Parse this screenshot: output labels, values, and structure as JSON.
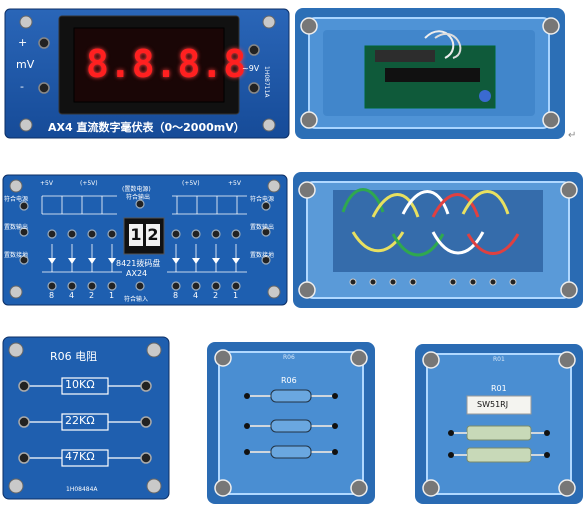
{
  "panels": {
    "voltmeter": {
      "display": "8.8.8.8",
      "plus": "+",
      "minus": "-",
      "unit_left": "mV",
      "supply": "~9V",
      "title": "AX4  直流数字毫伏表（0～2000mV）",
      "code": "1H08711A"
    },
    "bcd": {
      "plus5v_a": "+5V",
      "plus5v_b": "(+5V)",
      "plus5v_c": "(+5V)",
      "plus5v_d": "+5V",
      "center_top1": "(置数电源)",
      "center_top2": "符合输出",
      "left_label1": "符合电源",
      "left_label2": "置数输出",
      "left_label3": "置数接地",
      "right_label1": "符合电源",
      "right_label2": "置数输出",
      "right_label3": "置数接地",
      "weights_left": [
        "8",
        "4",
        "2",
        "1"
      ],
      "weights_right": [
        "8",
        "4",
        "2",
        "1"
      ],
      "digit1": "1",
      "digit2": "2",
      "dial_name": "8421拨码盘",
      "model": "AX24",
      "bottom_center": "符合输入"
    },
    "resistor_board": {
      "title": "R06  电阻",
      "r1": "10KΩ",
      "r2": "22KΩ",
      "r3": "47KΩ",
      "code": "1H08484A"
    },
    "resistor_box": {
      "lid_label": "R06",
      "inner_label": "R06"
    },
    "power_resistor_box": {
      "lid_label": "R01",
      "inner_label": "R01",
      "part": "SW51RJ"
    }
  },
  "marks": {
    "return_mark": "↵"
  }
}
